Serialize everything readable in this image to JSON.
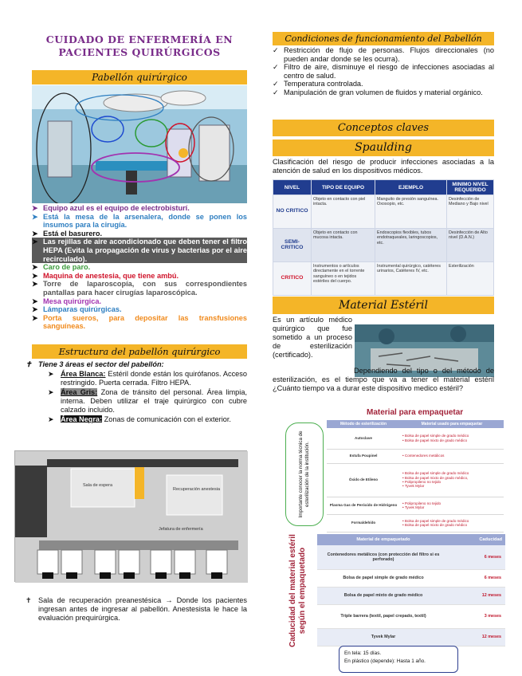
{
  "left": {
    "title": "CUIDADO DE ENFERMERÍA EN PACIENTES QUIRÚRGICOS",
    "pabellon_header": "Pabellón quirúrgico",
    "bullets": [
      {
        "text": "Equipo azul es el equipo de electrobisturí.",
        "color": "#7a2d8a"
      },
      {
        "text": "Está la mesa de la arsenalera, donde se ponen los insumos para la cirugía.",
        "color": "#2f7fc1"
      },
      {
        "text": "Está el basurero.",
        "color": "#111111"
      },
      {
        "text": "Las rejillas de aire acondicionado que deben tener el filtro HEPA (Evita la propagación de virus y bacterias por el aire recirculado).",
        "color": "#ffffff",
        "bg": "#5a5a5a"
      },
      {
        "text": "Caro de paro.",
        "color": "#3c9b3c"
      },
      {
        "text": "Maquina de anestesia, que tiene ambú.",
        "color": "#d0142b"
      },
      {
        "text": "Torre de laparoscopía, con sus correspondientes pantallas para hacer cirugías laparoscópica.",
        "color": "#555555"
      },
      {
        "text": "Mesa quirúrgica.",
        "color": "#a233b0"
      },
      {
        "text": "Lámparas quirúrgicas.",
        "color": "#2f7fc1"
      },
      {
        "text": "Porta sueros, para depositar las transfusiones sanguíneas.",
        "color": "#f08a1c"
      }
    ],
    "estructura_header": "Estructura del pabellón quirúrgico",
    "areas_intro": "Tiene 3 áreas el sector del pabellón:",
    "areas": [
      {
        "name": "Área Blanca:",
        "desc": " Estéril donde están los quirófanos. Acceso restringido. Puerta cerrada. Filtro HEPA.",
        "bg": "#ffffff",
        "fg": "#111111"
      },
      {
        "name": "Área Gris:",
        "desc": " Zona de tránsito del personal. Área limpia, interna. Deben utilizar el traje quirúrgico con cubre calzado incluido.",
        "bg": "#8a8a8a",
        "fg": "#111111"
      },
      {
        "name": "Área Negra:",
        "desc": " Zonas de comunicación con el exterior.",
        "bg": "#111111",
        "fg": "#ffffff"
      }
    ],
    "plan_labels": [
      "Sala de espera",
      "Recuperación anestesia",
      "Jefatura de enfermería"
    ],
    "sala_text": "Sala de recuperación preanestésica → Donde los pacientes ingresan antes de ingresar al pabellón. Anestesista le hace la evaluación prequirúrgica."
  },
  "right": {
    "cond_header": "Condiciones de funcionamiento del Pabellón",
    "cond_items": [
      "Restricción de flujo de personas. Flujos direccionales (no pueden andar donde se les ocurra).",
      "Filtro de aire, disminuye el riesgo de infecciones asociadas al centro de salud.",
      "Temperatura controlada.",
      "Manipulación de gran volumen de fluidos y material orgánico."
    ],
    "conceptos_header": "Conceptos claves",
    "spaulding_header": "Spaulding",
    "spaulding_text": "Clasificación del riesgo de producir infecciones asociadas a la atención de salud en los dispositivos médicos.",
    "spaulding_table": {
      "headers": [
        "NIVEL",
        "TIPO DE EQUIPO",
        "EJEMPLO",
        "MINIMO NIVEL REQUERIDO"
      ],
      "rows": [
        {
          "level": "NO CRITICO",
          "color": "#213d8f",
          "tipo": "Objeto en contacto con piel intacta.",
          "ejemplo": "Manguito de presión sanguínea. Oxosopio, etc.",
          "min": "Desinfección de Mediano y Bajo nivel"
        },
        {
          "level": "SEMI-CRITICO",
          "color": "#213d8f",
          "tipo": "Objeto en contacto con mucosa intacta.",
          "ejemplo": "Endoscopios flexibles, tubos endotraqueales, laringoscopios, etc.",
          "min": "Desinfección de Alto nivel (D.A.N.)"
        },
        {
          "level": "CRITICO",
          "color": "#d0142b",
          "tipo": "Instrumentos o artículos directamente en el torrente sanguíneo o en tejidos estériles del cuerpo.",
          "ejemplo": "Instrumental quirúrgico, catéteres urinarios, Catéteres IV, etc.",
          "min": "Esterilización"
        }
      ]
    },
    "material_header": "Material Estéril",
    "material_text1": "Es un artículo médico quirúrgico que fue sometido a un proceso de esterilización (certificado).",
    "material_text2": "Dependiendo del tipo o del método de esterilización, es el tiempo que va a tener el material estéril ¿Cuánto tiempo va a durar este dispositivo medico estéril?",
    "empaque_title": "Material para empaquetar",
    "side_note": "Importante conocer la norma técnica de esterilización de la institución.",
    "empaque_table": {
      "headers": [
        "Método de esterilización",
        "Material usado para empaquetar"
      ],
      "rows": [
        {
          "m": "Autoclave",
          "p": [
            "Bolsa de papel simple de grado médico",
            "Bolsa de papel mixto de grado médico"
          ]
        },
        {
          "m": "Estufa Poupinel",
          "p": [
            "Contenedores metálicos"
          ]
        },
        {
          "m": "Óxido de Etileno",
          "p": [
            "Bolsa de papel simple de grado médico",
            "Bolsa de papel mixto de grado médico,",
            "Polipropileno no tejido",
            "Tyvek Mylar"
          ]
        },
        {
          "m": "Plasma Gas de Peróxido de Hidrógeno",
          "p": [
            "Polipropileno no tejido",
            "Tyvek Mylar"
          ]
        },
        {
          "m": "Formaldehído",
          "p": [
            "Bolsa de papel simple de grado médico",
            "Bolsa de papel mixto de grado médico"
          ]
        }
      ]
    },
    "caducidad_side": "Caducidad del material estéril según el empaquetado",
    "caducidad_table": {
      "headers": [
        "Material de empaquetado",
        "Caducidad"
      ],
      "rows": [
        {
          "m": "Contenedores metálicos (con protección del filtro si es perforado)",
          "d": "6 meses"
        },
        {
          "m": "Bolsa de papel simple de grado médico",
          "d": "6 meses"
        },
        {
          "m": "Bolsa de papel mixto de grado médico",
          "d": "12 meses"
        },
        {
          "m": "Triple barrera (textil, papel crepado, textil)",
          "d": "3 meses"
        },
        {
          "m": "Tyvek Mylar",
          "d": "12 meses"
        }
      ]
    },
    "note_lines": [
      "En tela: 15 días.",
      "En plástico (depende): Hasta 1 año."
    ]
  }
}
